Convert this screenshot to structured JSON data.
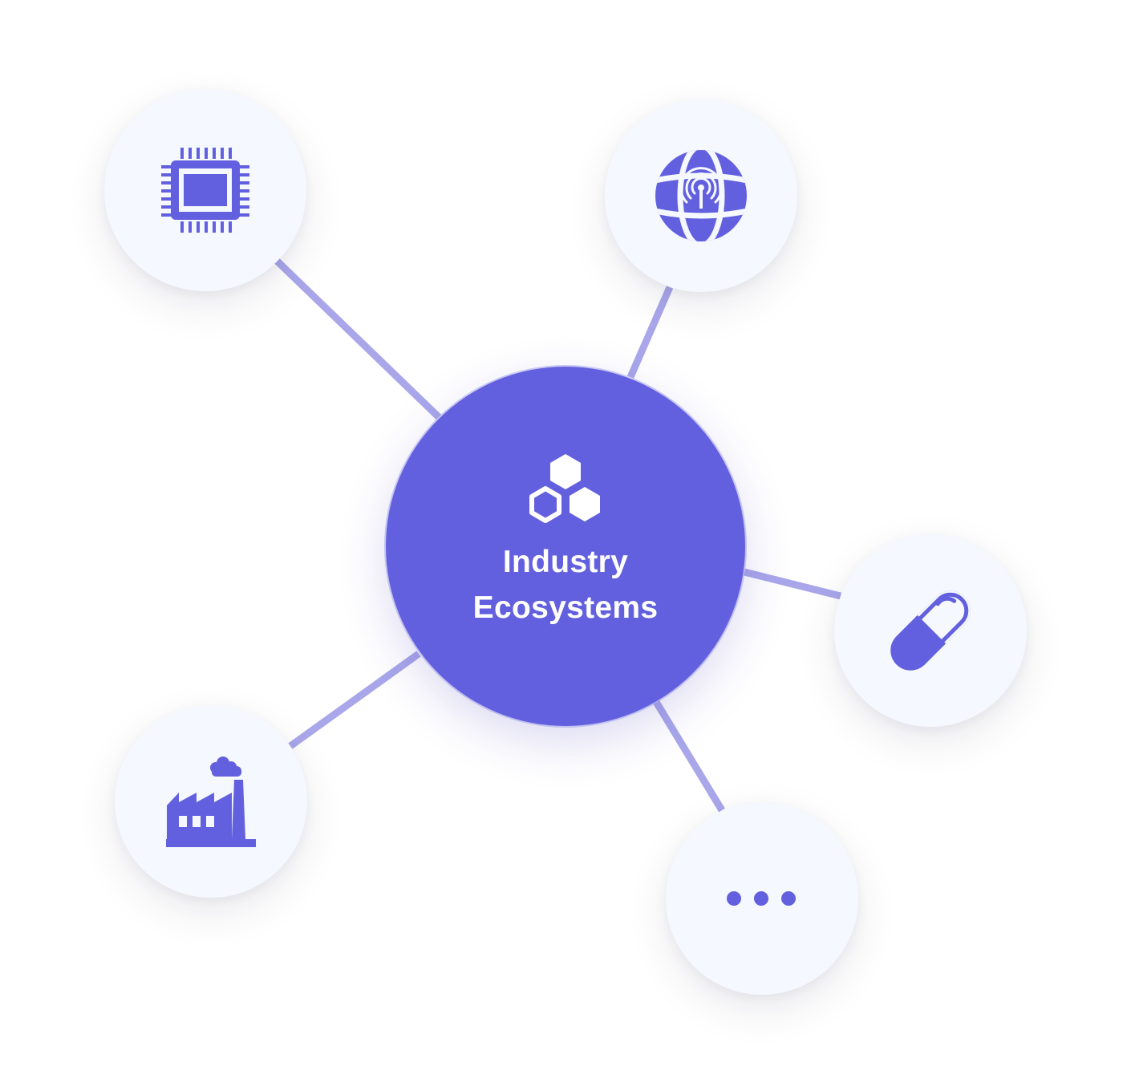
{
  "hub": {
    "title_line1": "Industry",
    "title_line2": "Ecosystems",
    "icon": "hexagon-cluster-icon"
  },
  "nodes": [
    {
      "id": "semiconductor",
      "icon": "microchip-icon"
    },
    {
      "id": "telecom",
      "icon": "globe-antenna-icon"
    },
    {
      "id": "pharma",
      "icon": "capsule-pill-icon"
    },
    {
      "id": "manufacturing",
      "icon": "factory-icon"
    },
    {
      "id": "more",
      "icon": "more-dots-icon"
    }
  ],
  "colors": {
    "accent": "#6360df",
    "node_background": "#f5f8fe",
    "connector": "#a9a7ea",
    "text_on_accent": "#ffffff"
  }
}
